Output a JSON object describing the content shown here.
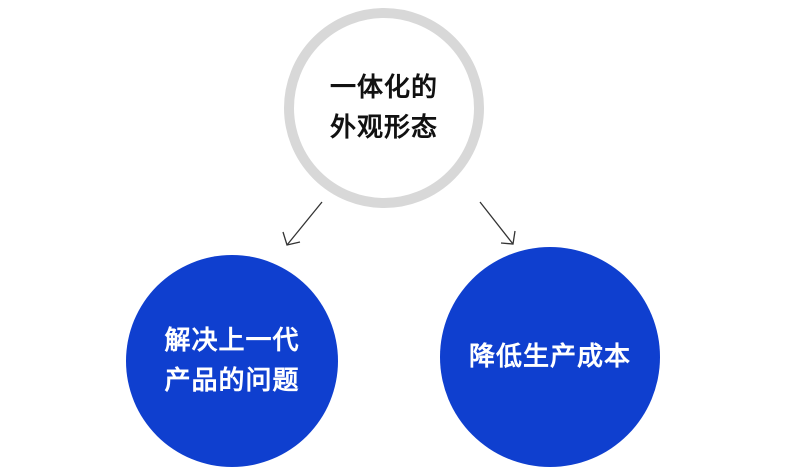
{
  "diagram": {
    "top_node": {
      "lines": [
        "一体化的",
        "外观形态"
      ]
    },
    "left_node": {
      "lines": [
        "解决上一代",
        "产品的问题"
      ]
    },
    "right_node": {
      "lines": [
        "降低生产成本"
      ]
    },
    "colors": {
      "blue": "#0f3fcf",
      "ring_gray": "#d8d8d8",
      "arrow": "#333333"
    }
  }
}
